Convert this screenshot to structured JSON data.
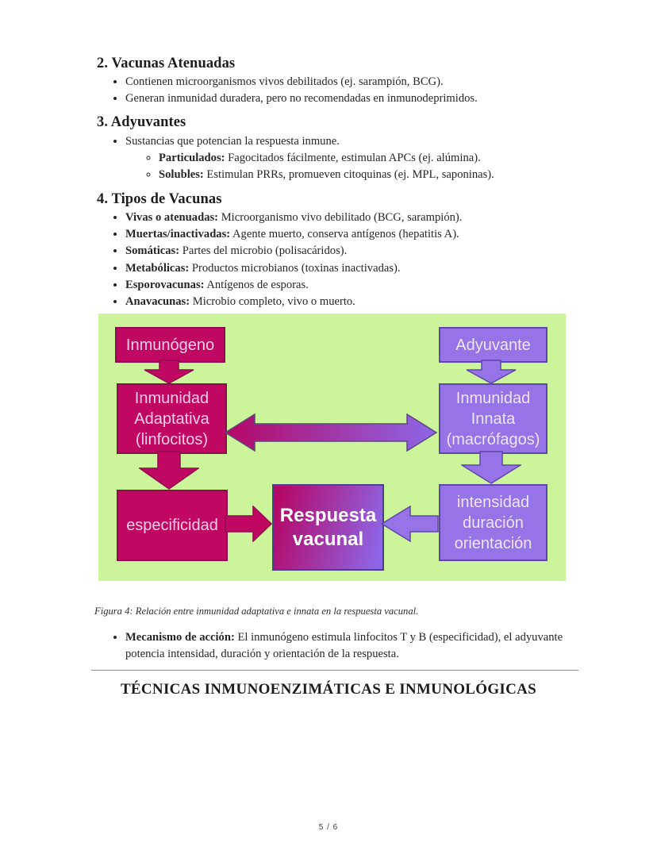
{
  "page": {
    "number_label": "5 / 6"
  },
  "sections": {
    "atenuadas": {
      "heading": "2. Vacunas Atenuadas",
      "bullets": [
        "Contienen microorganismos vivos debilitados (ej. sarampión, BCG).",
        "Generan inmunidad duradera, pero no recomendadas en inmunodeprimidos."
      ]
    },
    "adyuvantes": {
      "heading": "3. Adyuvantes",
      "bullet": "Sustancias que potencian la respuesta inmune.",
      "sub_bullets": [
        {
          "term": "Particulados:",
          "desc": " Fagocitados fácilmente, estimulan APCs (ej. alúmina)."
        },
        {
          "term": "Solubles:",
          "desc": " Estimulan PRRs, promueven citoquinas (ej. MPL, saponinas)."
        }
      ]
    },
    "tipos": {
      "heading": "4. Tipos de Vacunas",
      "items": [
        {
          "term": "Vivas o atenuadas:",
          "desc": " Microorganismo vivo debilitado (BCG, sarampión)."
        },
        {
          "term": "Muertas/inactivadas:",
          "desc": " Agente muerto, conserva antígenos (hepatitis A)."
        },
        {
          "term": "Somáticas:",
          "desc": " Partes del microbio (polisacáridos)."
        },
        {
          "term": "Metabólicas:",
          "desc": " Productos microbianos (toxinas inactivadas)."
        },
        {
          "term": "Esporovacunas:",
          "desc": " Antígenos de esporas."
        },
        {
          "term": "Anavacunas:",
          "desc": " Microbio completo, vivo o muerto."
        }
      ]
    },
    "mecanismo": {
      "term": "Mecanismo de acción:",
      "desc": " El inmunógeno estimula linfocitos T y B (especificidad), el adyuvante potencia intensidad, duración y orientación de la respuesta."
    },
    "next_heading": "TÉCNICAS INMUNOENZIMÁTICAS E INMUNOLÓGICAS"
  },
  "figure": {
    "caption": "Figura 4: Relación entre inmunidad adaptativa e innata en la respuesta vacunal.",
    "boxes": {
      "inmunogeno": "Inmunógeno",
      "adyuvante": "Adyuvante",
      "adaptativa": "Inmunidad\nAdaptativa\n(linfocitos)",
      "innata": "Inmunidad\nInnata\n(macrófagos)",
      "especificidad": "especificidad",
      "respuesta": "Respuesta\nvacunal",
      "intensidad": "intensidad\nduración\norientación"
    },
    "colors": {
      "background": "#ccf49b",
      "adaptive_fill": "#c00761",
      "adaptive_border": "#8d0d4d",
      "innate_fill": "#9673e6",
      "innate_border": "#5e46ad",
      "response_gradient_start": "#b50766",
      "response_gradient_end": "#8d67e8"
    }
  }
}
